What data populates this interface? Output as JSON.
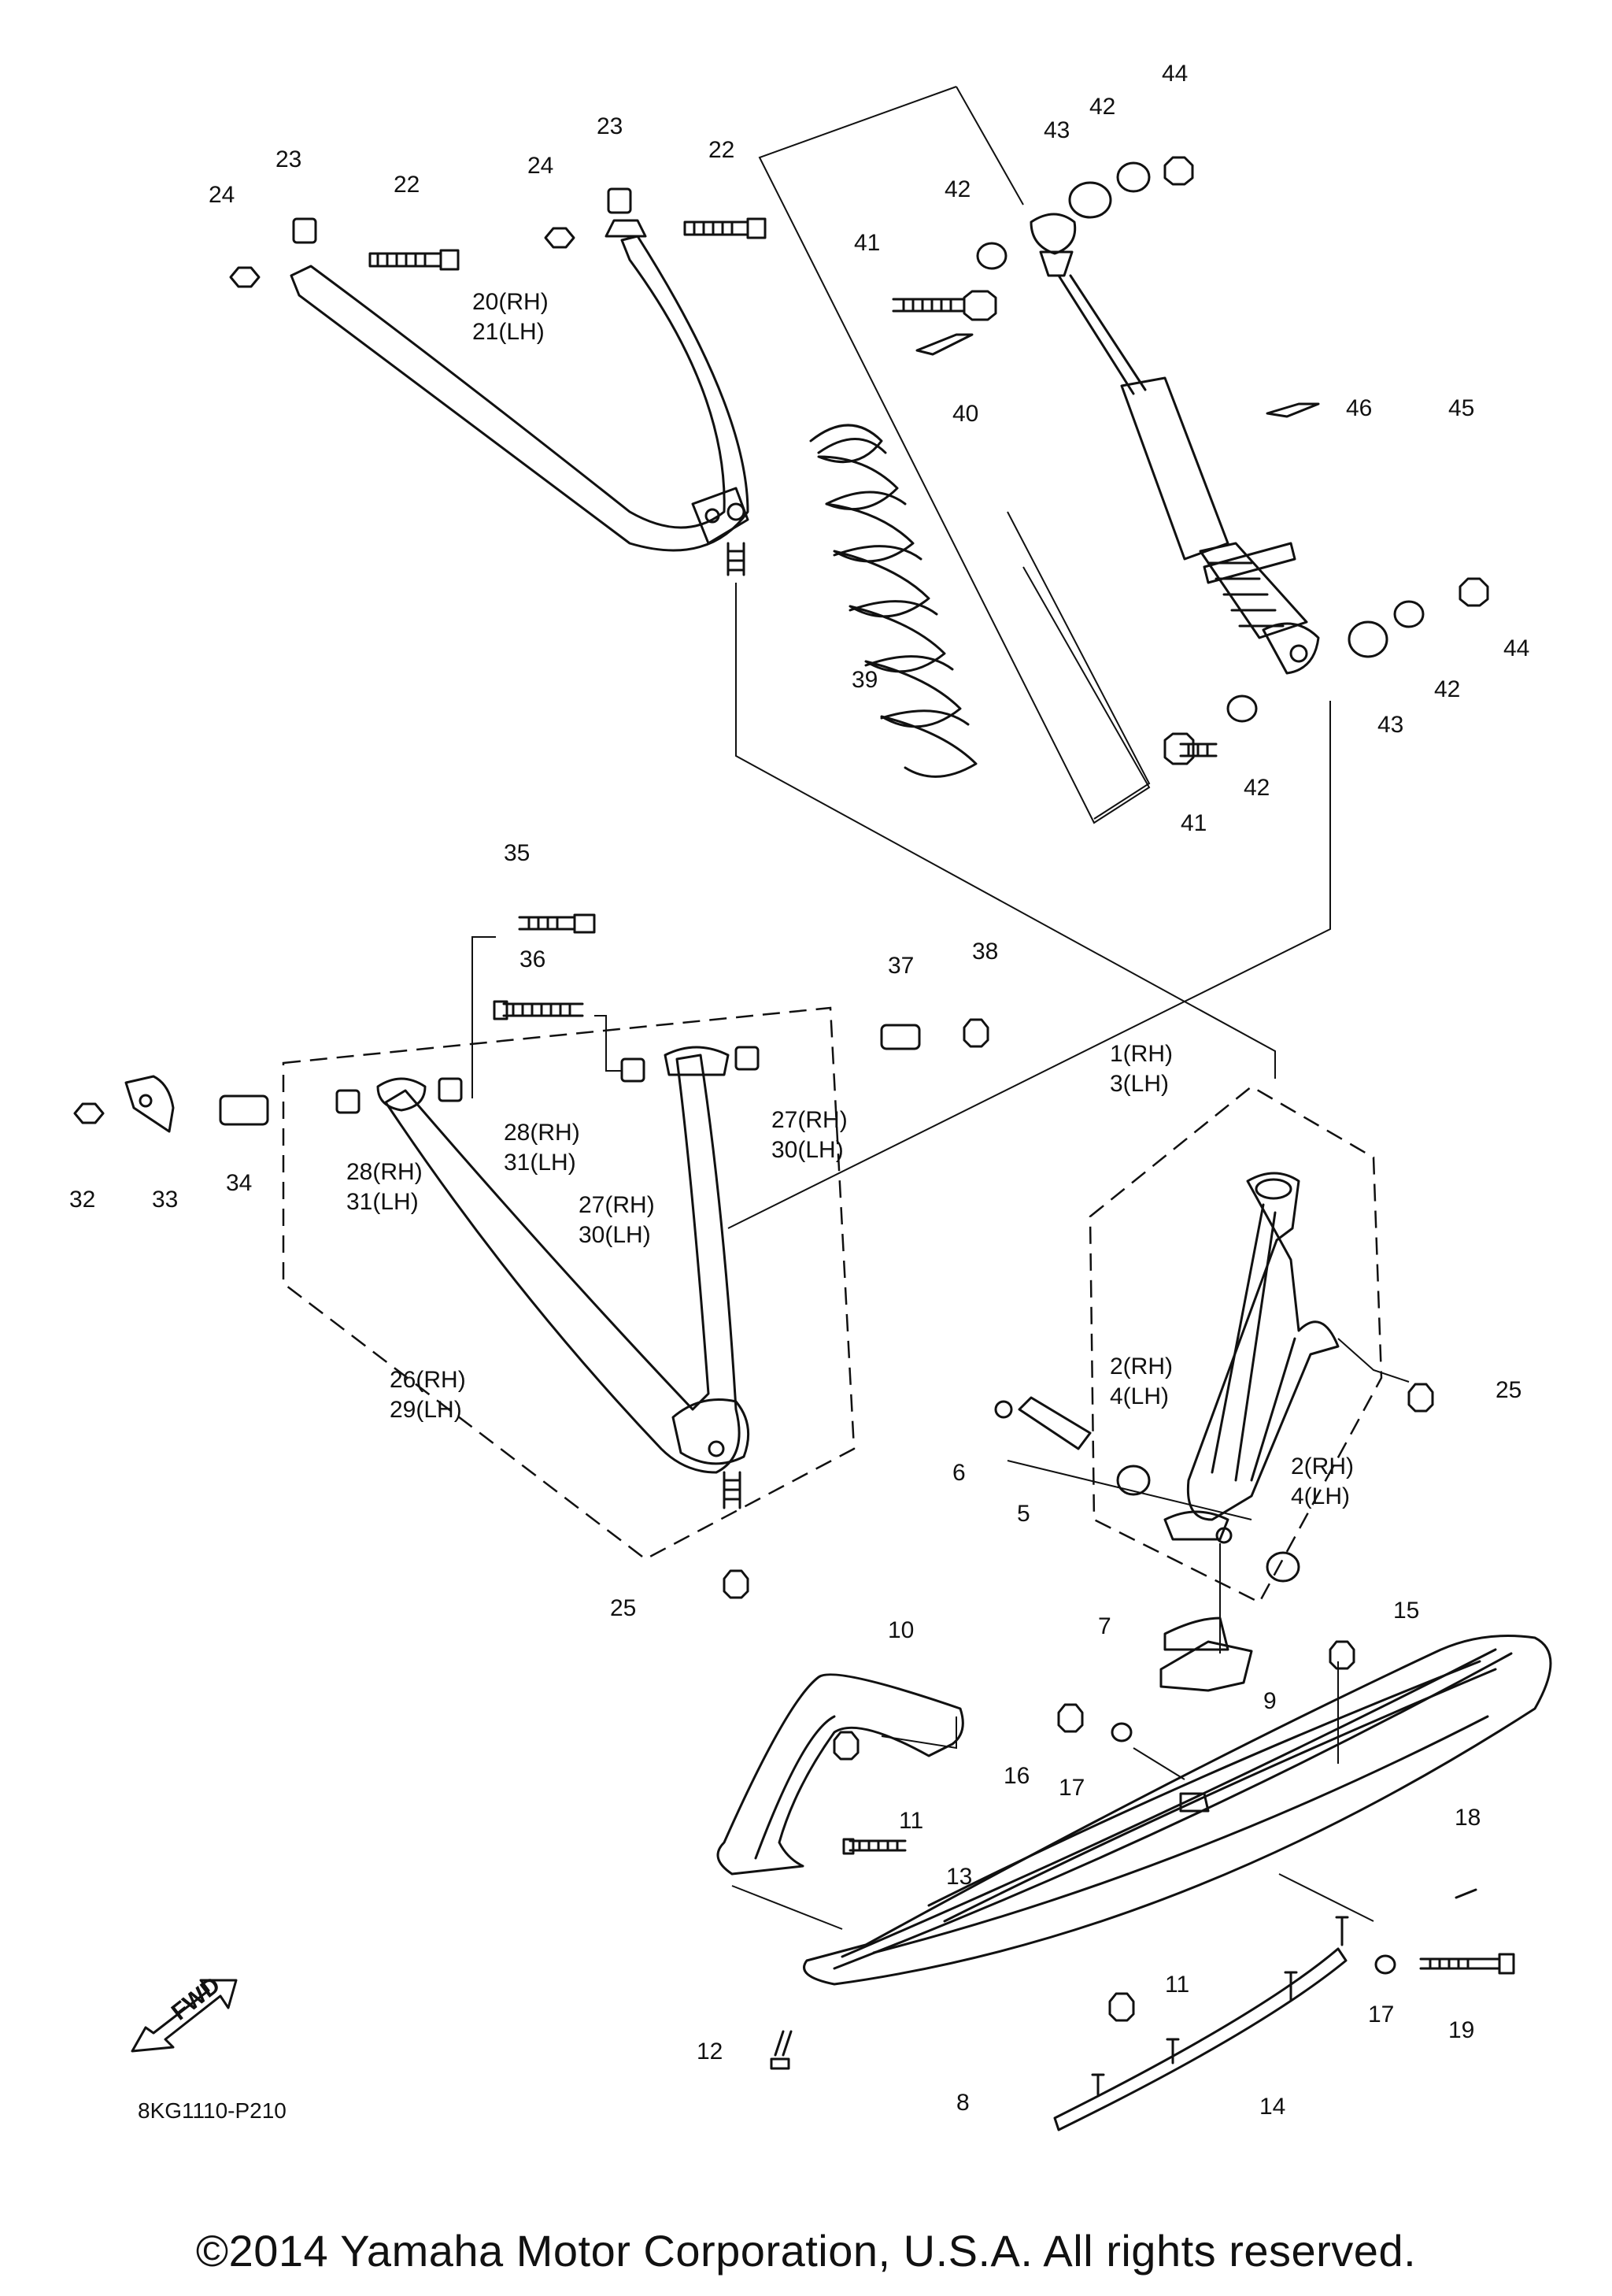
{
  "diagram": {
    "reference_code": "8KG1110-P210",
    "fwd_label": "FWD",
    "copyright": "©2014 Yamaha Motor Corporation, U.S.A. All rights reserved.",
    "callouts": [
      "24",
      "23",
      "22",
      "24",
      "23",
      "22",
      "20(RH)",
      "21(LH)",
      "44",
      "42",
      "43",
      "42",
      "41",
      "40",
      "46",
      "45",
      "39",
      "44",
      "42",
      "43",
      "42",
      "41",
      "35",
      "36",
      "37",
      "38",
      "32",
      "33",
      "34",
      "28(RH)",
      "31(LH)",
      "28(RH)",
      "31(LH)",
      "27(RH)",
      "30(LH)",
      "27(RH)",
      "30(LH)",
      "26(RH)",
      "29(LH)",
      "1(RH)",
      "3(LH)",
      "25",
      "2(RH)",
      "4(LH)",
      "2(RH)",
      "4(LH)",
      "6",
      "5",
      "25",
      "10",
      "7",
      "15",
      "9",
      "16",
      "17",
      "11",
      "13",
      "18",
      "17",
      "19",
      "11",
      "12",
      "8",
      "14"
    ]
  }
}
